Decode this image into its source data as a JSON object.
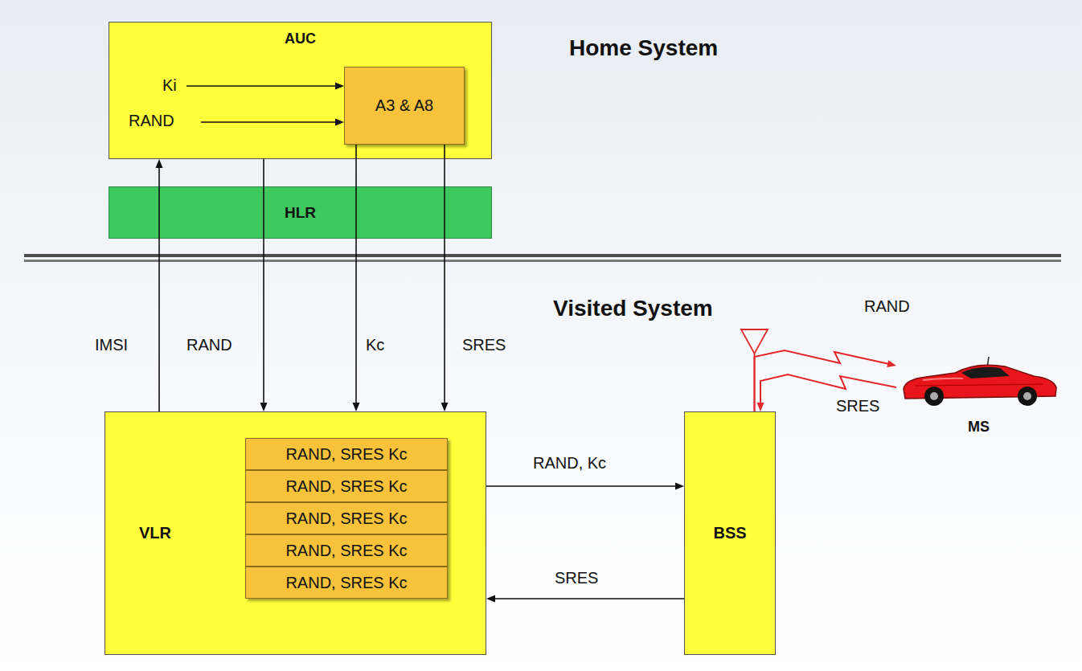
{
  "diagram": {
    "nodes": [
      {
        "text": [
          "AUC"
        ]
      },
      {
        "text": [
          "A3 & A8"
        ],
        "in": 0
      },
      {
        "text": [
          "HLR"
        ]
      },
      {
        "text": [
          "VLR"
        ]
      },
      {
        "text": [
          "RAND, SRES Kc"
        ],
        "in": 3
      },
      {
        "text": [
          "RAND, SRES Kc"
        ],
        "in": 3
      },
      {
        "text": [
          "RAND, SRES Kc"
        ],
        "in": 3
      },
      {
        "text": [
          "RAND, SRES Kc"
        ],
        "in": 3
      },
      {
        "text": [
          "RAND, SRES Kc"
        ],
        "in": 3
      },
      {
        "text": [
          "BSS"
        ]
      },
      {
        "text": [
          "MS"
        ]
      }
    ],
    "edges": [
      {
        "from": 3,
        "to": 0,
        "label": "IMSI",
        "arrow": "to"
      },
      {
        "from": 0,
        "to": 3,
        "label": "RAND",
        "arrow": "to"
      },
      {
        "from": 1,
        "to": 3,
        "label": "Kc",
        "arrow": "to"
      },
      {
        "from": 1,
        "to": 3,
        "label": "SRES",
        "arrow": "to"
      },
      {
        "from": 3,
        "to": 9,
        "label": "RAND, Kc",
        "arrow": "to"
      },
      {
        "from": 9,
        "to": 3,
        "label": "SRES",
        "arrow": "to"
      },
      {
        "from": 9,
        "to": 10,
        "label": "RAND",
        "arrow": "to"
      },
      {
        "from": 10,
        "to": 9,
        "label": "SRES",
        "arrow": "to"
      }
    ],
    "labels": [
      "Home System",
      "Visited System",
      "Ki",
      "RAND"
    ]
  }
}
